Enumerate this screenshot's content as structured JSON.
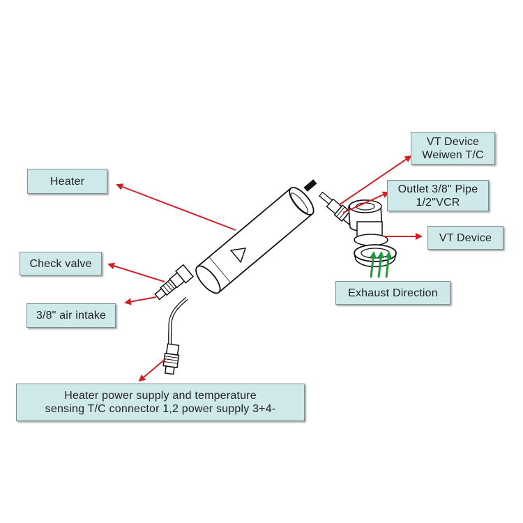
{
  "labels": {
    "heater": "Heater",
    "check_valve": "Check valve",
    "air_intake": "3/8\" air intake",
    "vt_device_tc": "VT Device\nWeiwen T/C",
    "outlet": "Outlet 3/8\" Pipe\n1/2\"VCR",
    "vt_device": "VT Device",
    "exhaust_direction": "Exhaust Direction",
    "power_supply": "Heater power supply and temperature\nsensing T/C connector 1,2 power supply 3+4-"
  },
  "colors": {
    "label_fill": "#cfe9ea",
    "pointer_arrow": "#d01f26",
    "exhaust_arrow": "#1e9a3c",
    "line_art": "#111111"
  }
}
